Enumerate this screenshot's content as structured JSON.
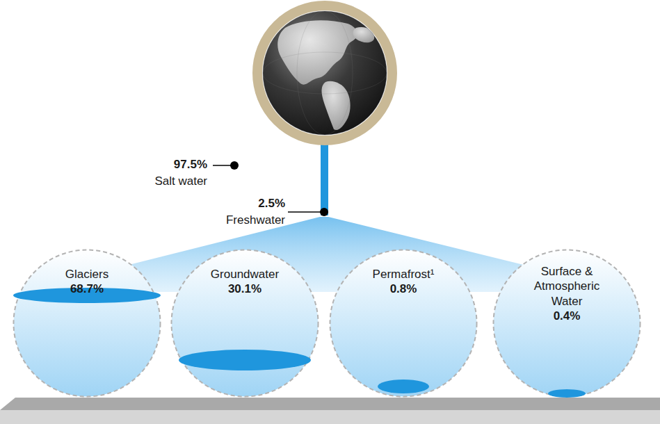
{
  "diagram": {
    "nodes": [
      {
        "text": [
          "Glaciers",
          "68.7%"
        ]
      },
      {
        "text": [
          "Groundwater",
          "30.1%"
        ]
      },
      {
        "text": [
          "Permafrost¹",
          "0.8%"
        ]
      },
      {
        "text": [
          "Surface & Atmospheric Water",
          "0.4%"
        ]
      }
    ],
    "labels": [
      "97.5%",
      "Salt water",
      "2.5%",
      "Freshwater"
    ]
  }
}
